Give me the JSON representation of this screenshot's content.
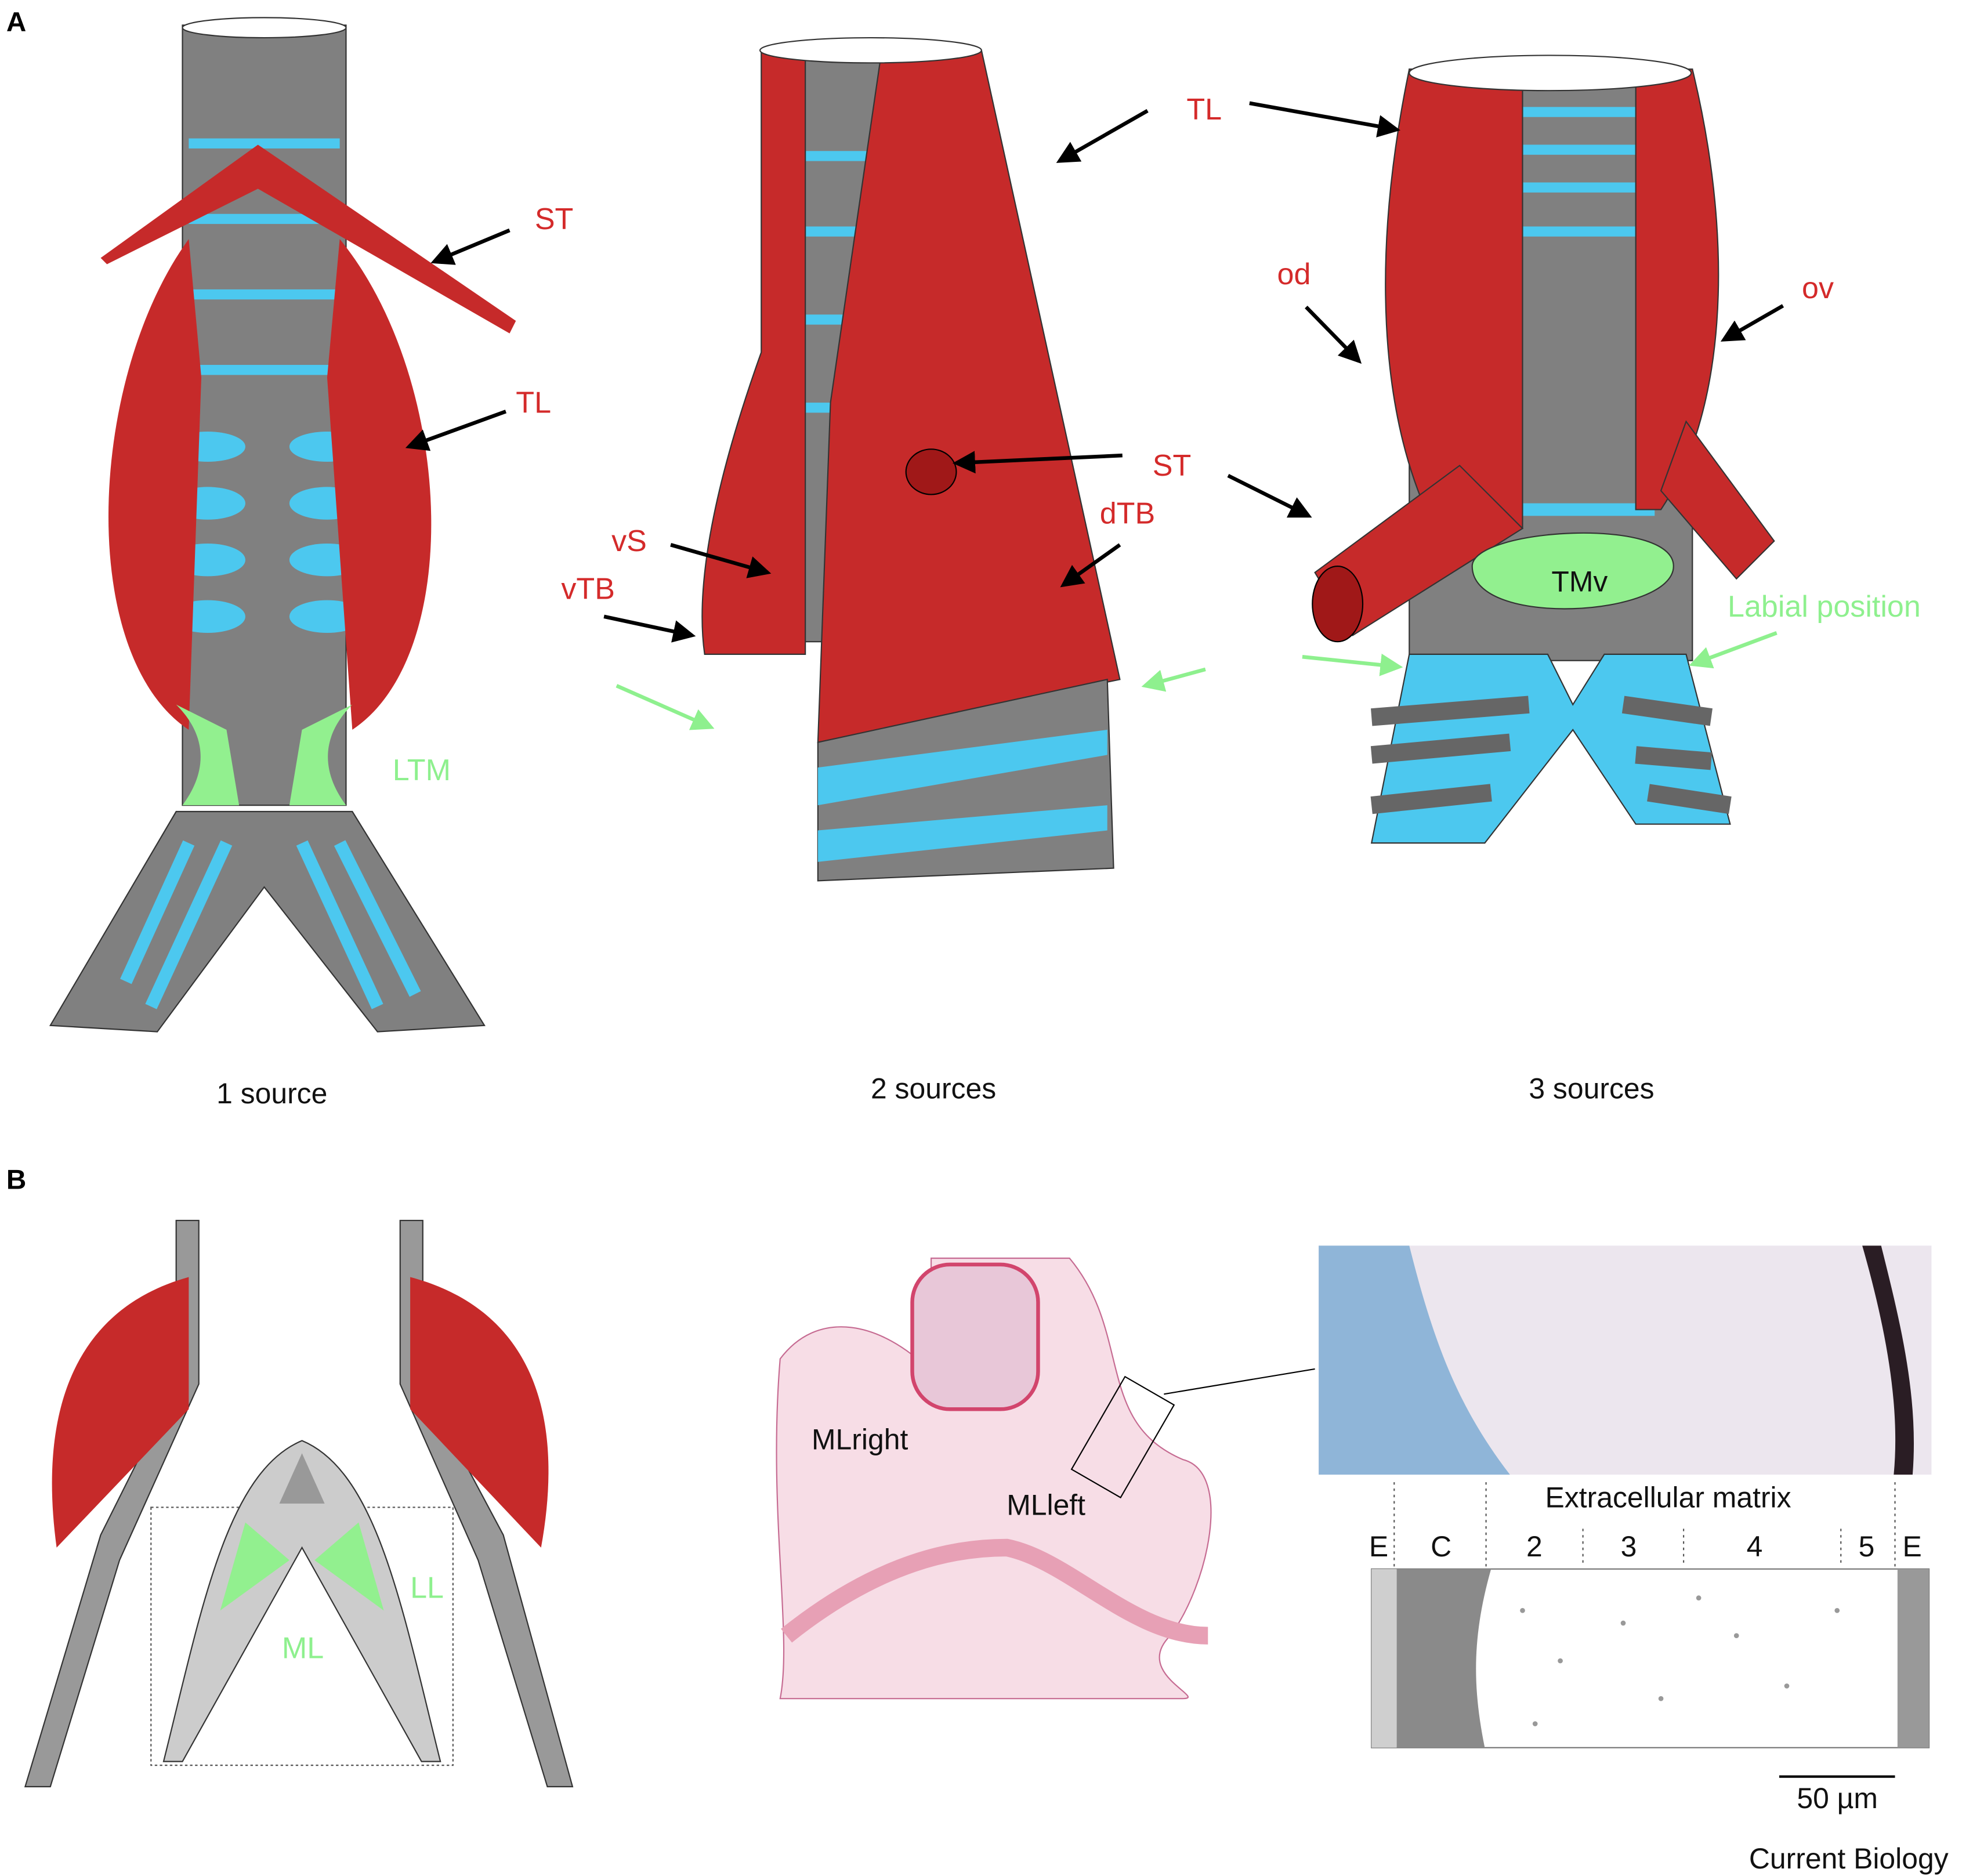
{
  "panels": {
    "a": "A",
    "b": "B"
  },
  "panel_a": {
    "captions": [
      "1 source",
      "2 sources",
      "3 sources"
    ],
    "one_source": {
      "st": "ST",
      "tl": "TL",
      "ltm": "LTM"
    },
    "two_sources": {
      "tl": "TL",
      "st": "ST",
      "vs": "vS",
      "vtb": "vTB",
      "dtb": "dTB"
    },
    "three_sources": {
      "od": "od",
      "ov": "ov",
      "tmv": "TMv",
      "labial": "Labial position"
    }
  },
  "panel_b": {
    "schematic": {
      "ml": "ML",
      "ll": "LL"
    },
    "histology": {
      "ml_right": "MLright",
      "ml_left": "MLleft"
    },
    "layers": {
      "title": "Extracellular matrix",
      "labels": [
        "E",
        "C",
        "2",
        "3",
        "4",
        "5",
        "E"
      ],
      "scale_bar": "50 µm"
    }
  },
  "credit": "Current Biology",
  "colors": {
    "muscle": "#c62a2a",
    "cartilage": "#7a7a7a",
    "ligament": "#4cc8ef",
    "membrane": "#92f08f",
    "label_red": "#d42a2a"
  }
}
